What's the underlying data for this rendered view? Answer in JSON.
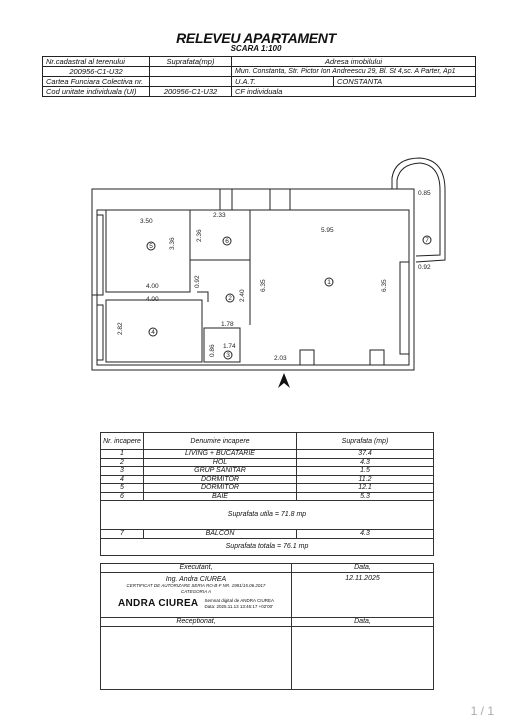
{
  "header": {
    "title": "RELEVEU APARTAMENT",
    "scale": "SCARA 1:100"
  },
  "info_table": {
    "r1": {
      "a": "Nr.cadastral al terenului",
      "b": "Suprafata(mp)",
      "c": "Adresa imobilului"
    },
    "r2": {
      "a": "200956-C1-U32",
      "c": "Mun. Constanta, Str. Pictor Ion Andreescu 29, Bl. St 4,sc. A Parter, Ap1"
    },
    "r3": {
      "a": "Cartea Funciara Colectiva nr.",
      "c": "U.A.T.",
      "d": "CONSTANTA"
    },
    "r4": {
      "a": "Cod unitate individuala (UI)",
      "b": "200956-C1-U32",
      "c": "CF individuala"
    }
  },
  "plan": {
    "dims": {
      "d350": "3.50",
      "d336": "3.36",
      "d233": "2.33",
      "d236": "2.36",
      "d595": "5.95",
      "d085": "0.85",
      "d092": "0.92",
      "d400a": "4.00",
      "d400b": "4.00",
      "d092b": "0.92",
      "d240": "2.40",
      "d635a": "6.35",
      "d635b": "6.35",
      "d282": "2.82",
      "d178": "1.78",
      "d174": "1.74",
      "d086": "0.86",
      "d203": "2.03"
    },
    "room_numbers": {
      "r1": "1",
      "r2": "2",
      "r3": "3",
      "r4": "4",
      "r5": "5",
      "r6": "6",
      "r7": "7"
    }
  },
  "rooms_table": {
    "head": {
      "nr": "Nr. incapere",
      "name": "Denumire incapere",
      "area": "Suprafata (mp)"
    },
    "rows": [
      {
        "nr": "1",
        "name": "LIVING + BUCATARIE",
        "area": "37.4"
      },
      {
        "nr": "2",
        "name": "HOL",
        "area": "4.3"
      },
      {
        "nr": "3",
        "name": "GRUP SANITAR",
        "area": "1.5"
      },
      {
        "nr": "4",
        "name": "DORMITOR",
        "area": "11.2"
      },
      {
        "nr": "5",
        "name": "DORMITOR",
        "area": "12.1"
      },
      {
        "nr": "6",
        "name": "BAIE",
        "area": "5.3"
      }
    ],
    "useful": "Suprafata utila = 71.8 mp",
    "balcony": {
      "nr": "7",
      "name": "BALCON",
      "area": "4.3"
    },
    "total": "Suprafata totala = 76.1 mp"
  },
  "signature": {
    "executant_label": "Executant,",
    "date_label": "Data,",
    "engineer": "Ing. Andra CIUREA",
    "cert": "CERTIFICAT DE AUTORIZARE SERIA RO-B-F NR. 1981/15.06.2017",
    "category": "CATEGORIA A",
    "date_value": "12.11.2025",
    "name": "ANDRA CIUREA",
    "digital1": "Semnat digital de ANDRA CIUREA",
    "digital2": "Data: 2025.11.13 13:46:17 +02'00'",
    "receptionat_label": "Receptionat,",
    "date_label2": "Data,"
  },
  "page_number": "1 / 1"
}
